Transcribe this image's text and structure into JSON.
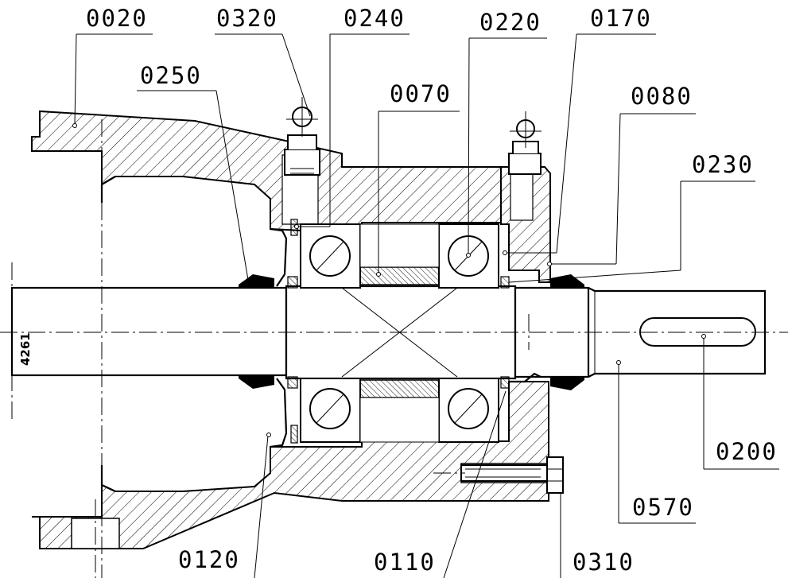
{
  "drawing": {
    "title": "",
    "side_label": "4261",
    "callouts": [
      {
        "id": "0020"
      },
      {
        "id": "0320"
      },
      {
        "id": "0240"
      },
      {
        "id": "0220"
      },
      {
        "id": "0170"
      },
      {
        "id": "0250"
      },
      {
        "id": "0070"
      },
      {
        "id": "0080"
      },
      {
        "id": "0230"
      },
      {
        "id": "0200"
      },
      {
        "id": "0570"
      },
      {
        "id": "0120"
      },
      {
        "id": "0110"
      },
      {
        "id": "0310"
      }
    ]
  }
}
